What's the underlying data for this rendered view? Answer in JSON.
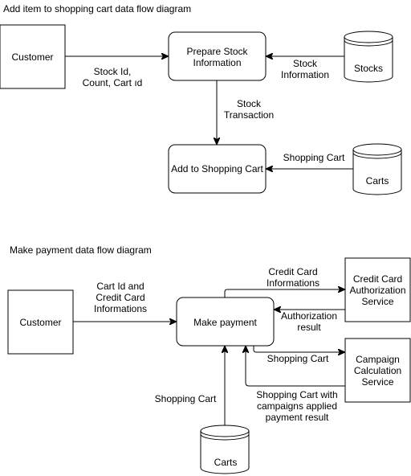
{
  "diagram1": {
    "title": "Add item to shopping cart data flow diagram",
    "customer": "Customer",
    "prepare_stock": [
      "Prepare Stock",
      "Information"
    ],
    "stocks": "Stocks",
    "add_to_cart": "Add to Shopping Cart",
    "carts": "Carts",
    "label_customer_to_prepare": [
      "Stock Id,",
      "Count, Cart ıd"
    ],
    "label_stocks_to_prepare": [
      "Stock",
      "Information"
    ],
    "label_stock_transaction": [
      "Stock",
      "Transaction"
    ],
    "label_shopping_cart": "Shopping Cart"
  },
  "diagram2": {
    "title": "Make payment data flow diagram",
    "customer": "Customer",
    "make_payment": "Make payment",
    "credit_card_service": [
      "Credit Card",
      "Authorization",
      "Service"
    ],
    "campaign_service": [
      "Campaign",
      "Calculation",
      "Service"
    ],
    "carts": "Carts",
    "label_customer_to_payment": [
      "Cart Id and",
      "Credit Card",
      "Informations"
    ],
    "label_credit_card_info": [
      "Credit Card",
      "Informations"
    ],
    "label_authorization_result": [
      "Authorization",
      "result"
    ],
    "label_shopping_cart_to_campaign": "Shopping Cart",
    "label_campaign_result": [
      "Shopping Cart with",
      "campaigns applied",
      "payment result"
    ],
    "label_carts_to_payment": "Shopping Cart"
  }
}
